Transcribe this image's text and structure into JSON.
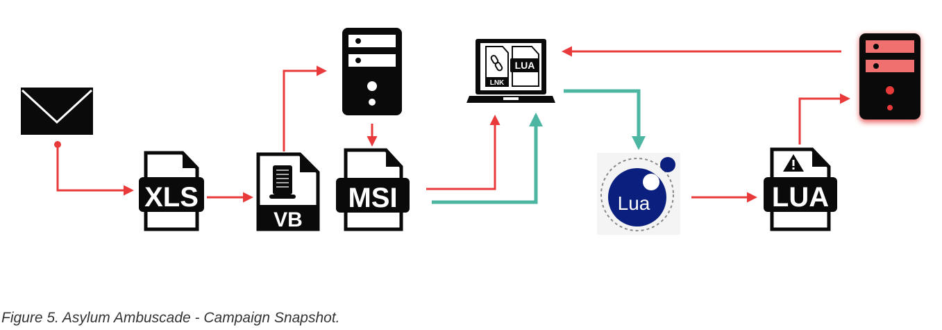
{
  "colors": {
    "red_arrow": "#e83a3a",
    "teal_arrow": "#4db6a3",
    "icon_black": "#0a0a0a",
    "lua_blue": "#0b1f7e",
    "c2_glow": "#e83a3a"
  },
  "nodes": {
    "email": {
      "icon": "envelope-icon"
    },
    "xls": {
      "label": "XLS",
      "icon": "file-icon"
    },
    "vb": {
      "label": "VB",
      "icon": "script-file-icon"
    },
    "server": {
      "icon": "server-icon"
    },
    "msi": {
      "label": "MSI",
      "icon": "file-icon"
    },
    "laptop": {
      "icon": "laptop-icon",
      "files": [
        "LNK",
        "LUA"
      ]
    },
    "lua_logo": {
      "label": "Lua",
      "icon": "lua-logo-icon"
    },
    "lua_file": {
      "label": "LUA",
      "icon": "warning-file-icon"
    },
    "c2_server": {
      "icon": "server-icon"
    }
  },
  "caption": "Figure 5. Asylum Ambuscade - Campaign Snapshot."
}
